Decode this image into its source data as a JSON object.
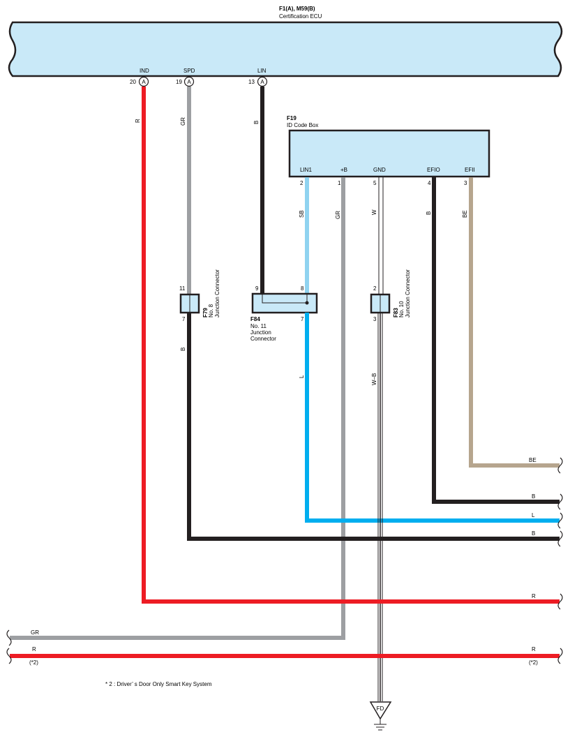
{
  "ecu": {
    "code": "F1(A), M59(B)",
    "name": "Certification ECU",
    "pins": [
      {
        "label": "IND",
        "num": "20",
        "conn": "A"
      },
      {
        "label": "SPD",
        "num": "19",
        "conn": "A"
      },
      {
        "label": "LIN",
        "num": "13",
        "conn": "A"
      }
    ]
  },
  "idbox": {
    "code": "F19",
    "name": "ID Code Box",
    "pins": [
      {
        "label": "LIN1",
        "num": "2"
      },
      {
        "label": "+B",
        "num": "1"
      },
      {
        "label": "GND",
        "num": "5"
      },
      {
        "label": "EFIO",
        "num": "4"
      },
      {
        "label": "EFII",
        "num": "3"
      }
    ]
  },
  "junctions": {
    "f79": {
      "code": "F79",
      "line1": "No. 8",
      "line2": "Junction Connector",
      "pin_top": "11",
      "pin_bottom": "7"
    },
    "f84": {
      "code": "F84",
      "line1": "No. 11",
      "line2": "Junction",
      "line3": "Connector",
      "pin_in_left": "9",
      "pin_in_right": "8",
      "pin_out": "7"
    },
    "f83": {
      "code": "F83",
      "line1": "No. 10",
      "line2": "Junction Connector",
      "pin_top": "2",
      "pin_bottom": "3"
    }
  },
  "wire_colors": {
    "ind": "R",
    "spd": "GR",
    "lin": "B",
    "lin1": "SB",
    "plus_b": "GR",
    "gnd": "W",
    "efio": "B",
    "efii": "BE",
    "f79_out": "B",
    "f84_out": "L",
    "f83_out": "W–B",
    "right_be": "BE",
    "right_b1": "B",
    "right_l": "L",
    "right_b2": "B",
    "right_r": "R",
    "left_gr": "GR",
    "left_r": "R",
    "right_r2": "R"
  },
  "notes": {
    "star_left": "(*2)",
    "star_right": "(*2)",
    "footnote": "* 2 : Driver’ s Door Only Smart Key System"
  },
  "ground": {
    "label": "FD"
  },
  "colors": {
    "ecu_fill": "#c9e9f8",
    "red": "#ed1c24",
    "gray": "#9d9fa2",
    "black": "#231f20",
    "skyblue": "#8fd3f0",
    "blue": "#00aeef",
    "beige": "#b6a58e"
  }
}
